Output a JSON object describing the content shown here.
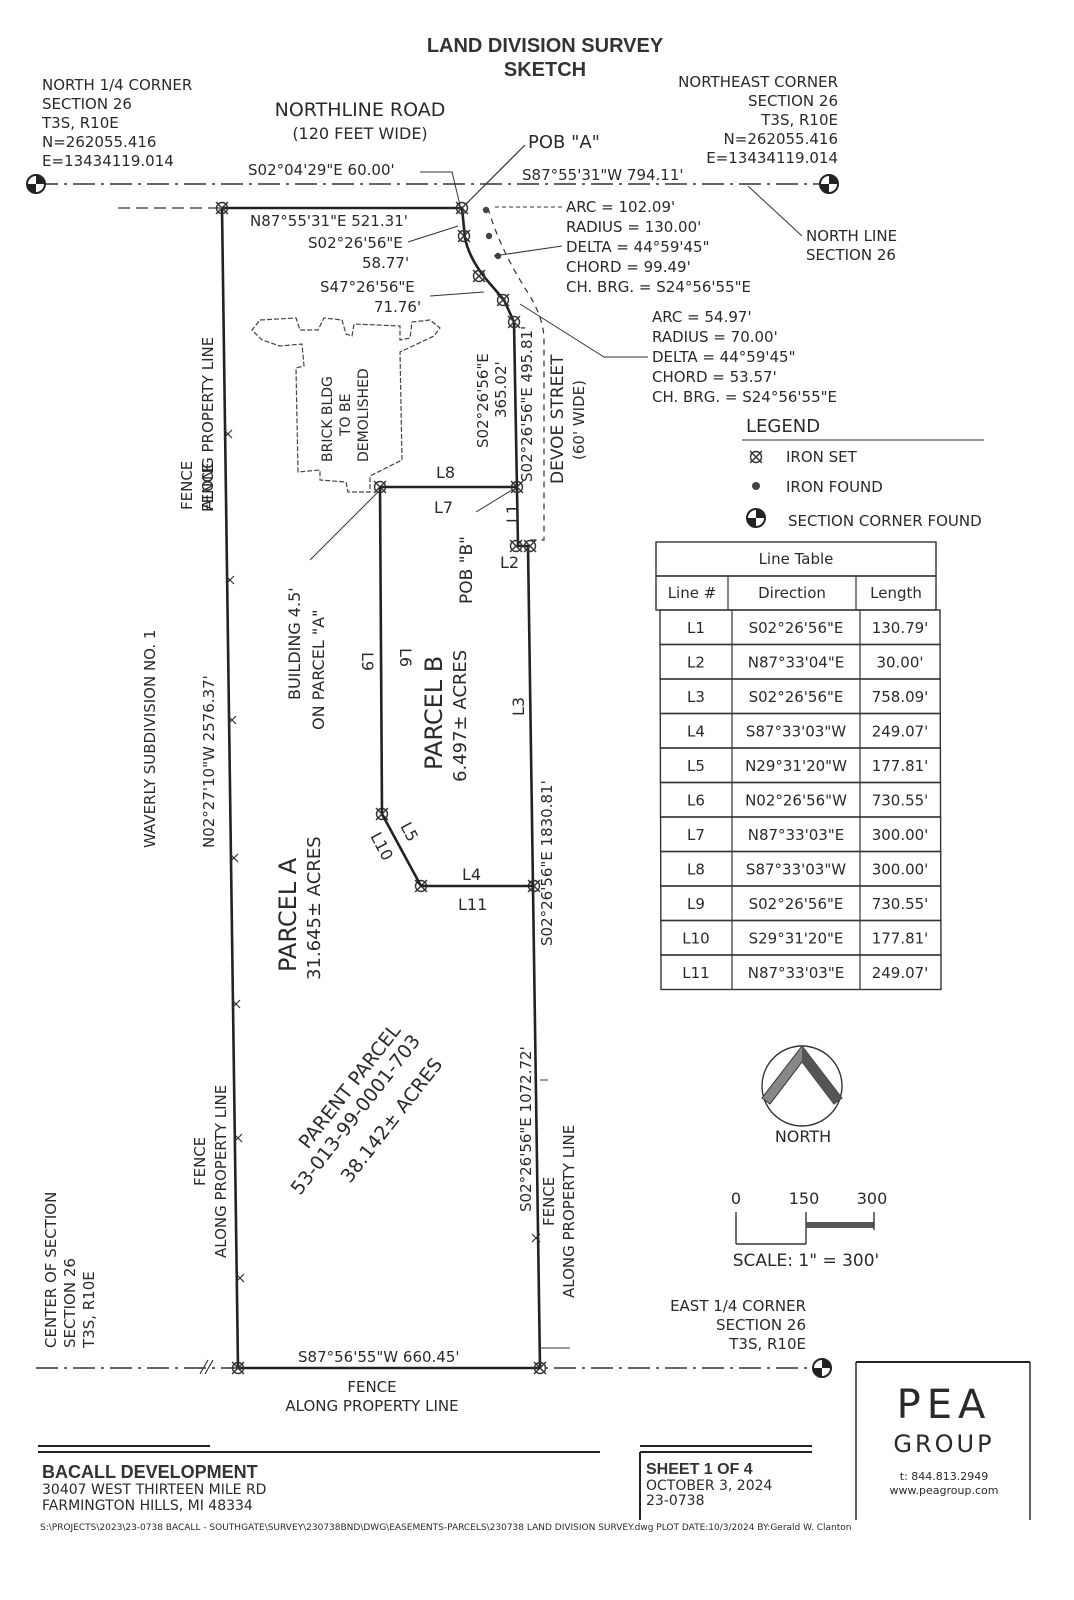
{
  "title": {
    "line1": "LAND DIVISION SURVEY",
    "line2": "SKETCH"
  },
  "corners": {
    "north_quarter": {
      "l1": "NORTH 1/4 CORNER",
      "l2": "SECTION 26",
      "l3": "T3S, R10E",
      "l4": "N=262055.416",
      "l5": "E=13434119.014"
    },
    "northeast": {
      "l1": "NORTHEAST CORNER",
      "l2": "SECTION 26",
      "l3": "T3S, R10E",
      "l4": "N=262055.416",
      "l5": "E=13434119.014"
    },
    "center": {
      "l1": "CENTER OF SECTION",
      "l2": "SECTION 26",
      "l3": "T3S, R10E"
    },
    "east_quarter": {
      "l1": "EAST 1/4 CORNER",
      "l2": "SECTION 26",
      "l3": "T3S, R10E"
    }
  },
  "road": {
    "name": "NORTHLINE ROAD",
    "width": "(120 FEET WIDE)"
  },
  "north_line": {
    "l1": "NORTH LINE",
    "l2": "SECTION 26"
  },
  "pob_a": "POB \"A\"",
  "pob_b": "POB \"B\"",
  "bearings": {
    "north_a": "S02°04'29\"E    60.00'",
    "north_b": "S87°55'31\"W    794.11'",
    "north_parcel": "N87°55'31\"E    521.31'",
    "s0226_a": "S02°26'56\"E",
    "s0226_a_len": "58.77'",
    "s4726": "S47°26'56\"E",
    "s4726_len": "71.76'",
    "devoe_a": "S02°26'56\"E",
    "devoe_a_len": "365.02'",
    "devoe_b": "S02°26'56\"E    495.81'",
    "west_line": "N02°27'10\"W    2576.37'",
    "east_mid": "S02°26'56\"E    1830.81'",
    "east_low": "S02°26'56\"E    1072.72'",
    "south_line": "S87°56'55\"W    660.45'"
  },
  "curve1": {
    "arc": "ARC = 102.09'",
    "radius": "RADIUS = 130.00'",
    "delta": "DELTA = 44°59'45\"",
    "chord": "CHORD = 99.49'",
    "brg": "CH. BRG. = S24°56'55\"E"
  },
  "curve2": {
    "arc": "ARC = 54.97'",
    "radius": "RADIUS = 70.00'",
    "delta": "DELTA = 44°59'45\"",
    "chord": "CHORD = 53.57'",
    "brg": "CH. BRG. = S24°56'55\"E"
  },
  "street": {
    "name": "DEVOE STREET",
    "width": "(60' WIDE)"
  },
  "building": {
    "l1": "BRICK BLDG",
    "l2": "TO BE",
    "l3": "DEMOLISHED"
  },
  "building_note": {
    "l1": "BUILDING 4.5'",
    "l2": "ON PARCEL \"A\""
  },
  "fence": {
    "l1": "FENCE",
    "l2": "ALONG PROPERTY LINE"
  },
  "waverly": "WAVERLY SUBDIVISION NO. 1",
  "parcel_a": {
    "name": "PARCEL A",
    "area": "31.645± ACRES"
  },
  "parcel_b": {
    "name": "PARCEL B",
    "area": "6.497± ACRES"
  },
  "parent": {
    "l1": "PARENT PARCEL",
    "l2": "53-013-99-0001-703",
    "l3": "38.142± ACRES"
  },
  "line_labels": [
    "L1",
    "L2",
    "L3",
    "L4",
    "L5",
    "L6",
    "L7",
    "L8",
    "L9",
    "L10",
    "L11"
  ],
  "legend": {
    "title": "LEGEND",
    "iron_set": "IRON SET",
    "iron_found": "IRON FOUND",
    "section_corner": "SECTION CORNER FOUND"
  },
  "line_table": {
    "title": "Line Table",
    "headers": [
      "Line #",
      "Direction",
      "Length"
    ],
    "rows": [
      [
        "L1",
        "S02°26'56\"E",
        "130.79'"
      ],
      [
        "L2",
        "N87°33'04\"E",
        "30.00'"
      ],
      [
        "L3",
        "S02°26'56\"E",
        "758.09'"
      ],
      [
        "L4",
        "S87°33'03\"W",
        "249.07'"
      ],
      [
        "L5",
        "N29°31'20\"W",
        "177.81'"
      ],
      [
        "L6",
        "N02°26'56\"W",
        "730.55'"
      ],
      [
        "L7",
        "N87°33'03\"E",
        "300.00'"
      ],
      [
        "L8",
        "S87°33'03\"W",
        "300.00'"
      ],
      [
        "L9",
        "S02°26'56\"E",
        "730.55'"
      ],
      [
        "L10",
        "S29°31'20\"E",
        "177.81'"
      ],
      [
        "L11",
        "N87°33'03\"E",
        "249.07'"
      ]
    ]
  },
  "north_arrow": "NORTH",
  "scale": {
    "t0": "0",
    "t1": "150",
    "t2": "300",
    "label": "SCALE: 1\" = 300'"
  },
  "client": {
    "name": "BACALL DEVELOPMENT",
    "addr1": "30407 WEST THIRTEEN MILE RD",
    "addr2": "FARMINGTON HILLS, MI 48334"
  },
  "sheet": {
    "l1": "SHEET 1 OF 4",
    "l2": "OCTOBER 3, 2024",
    "l3": "23-0738"
  },
  "company": {
    "logo1": "PEA",
    "logo2": "GROUP",
    "phone": "t: 844.813.2949",
    "web": "www.peagroup.com"
  },
  "footer_path": "S:\\PROJECTS\\2023\\23-0738 BACALL - SOUTHGATE\\SURVEY\\230738BND\\DWG\\EASEMENTS-PARCELS\\230738 LAND DIVISION SURVEY.dwg PLOT DATE:10/3/2024  BY:Gerald W. Clanton"
}
